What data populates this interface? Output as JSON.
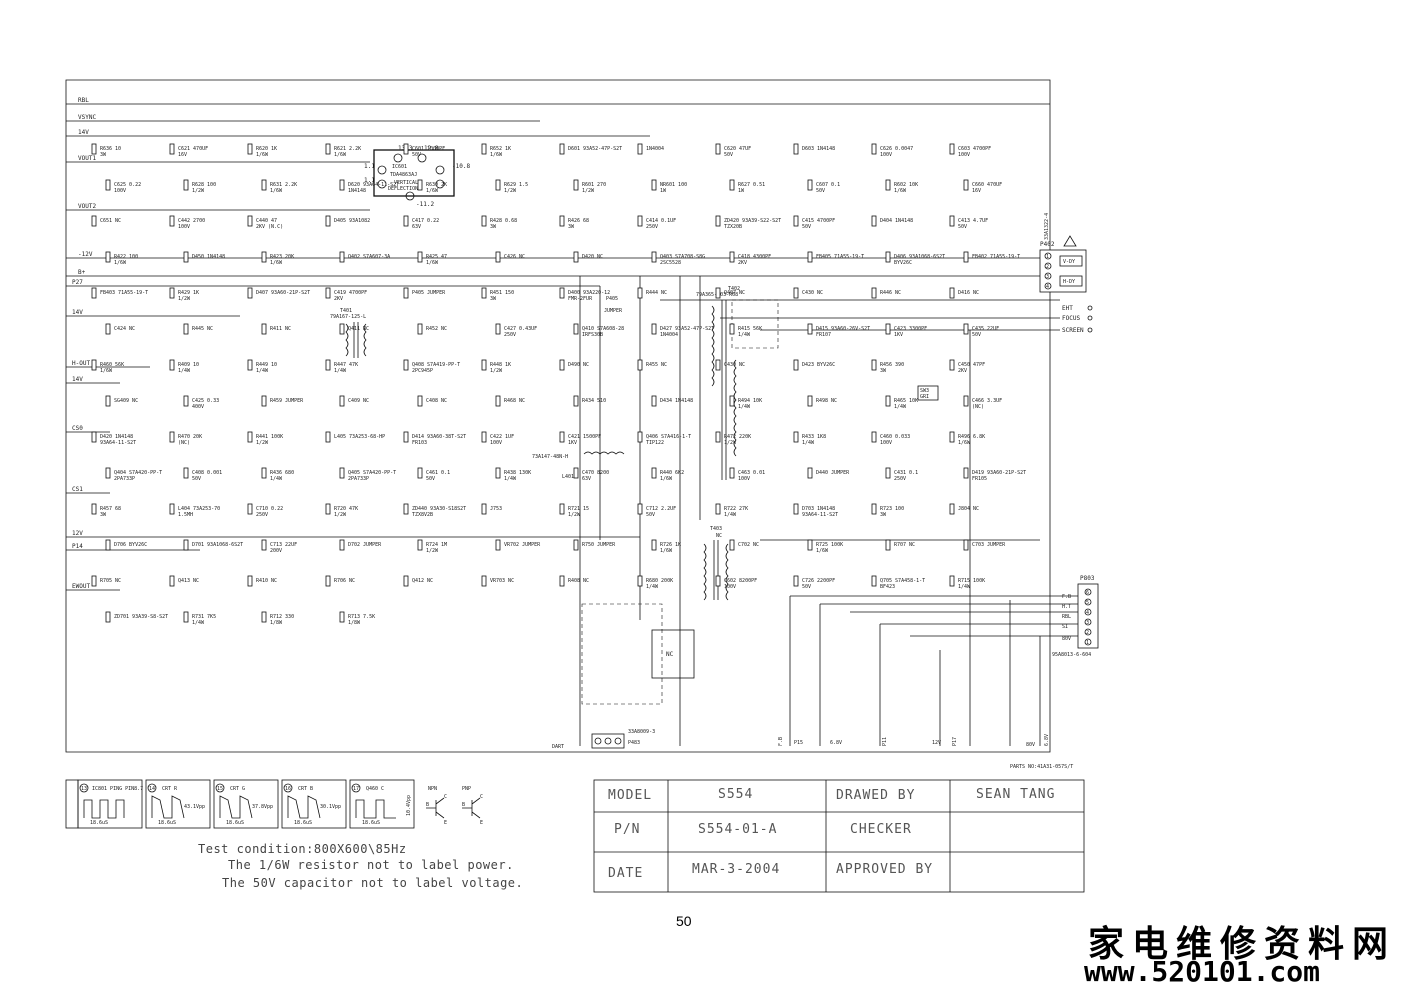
{
  "left_nets": [
    "RBL",
    "VSYNC",
    "14V",
    "VOUT1",
    "VOUT2",
    "-12V",
    "B+",
    "P27",
    "14V",
    "H-OUT",
    "14V",
    "CS0",
    "CS1",
    "12V",
    "P14",
    "EWOUT"
  ],
  "right_nets": [
    "EHT",
    "FOCUS",
    "SCREEN"
  ],
  "connector_p402": {
    "ref": "P402",
    "pins": [
      "1",
      "2",
      "3",
      "4"
    ],
    "labels": [
      "V-DY",
      "H-DY"
    ]
  },
  "connector_p803": {
    "ref": "P803",
    "pins": [
      "6",
      "5",
      "4",
      "3",
      "2",
      "1"
    ],
    "labels": [
      "F.B",
      "H.T",
      "RBL",
      "SI",
      "80V"
    ],
    "part": "95A8013-6-604"
  },
  "blocks": {
    "ic601": [
      "IC601",
      "TDA4863AJ",
      "VERTICAL",
      "DEFLECTION"
    ],
    "t401": [
      "T401",
      "79A167-125-L"
    ],
    "t402": [
      "T402",
      "79A365-503-R68"
    ],
    "t403": [
      "T403",
      "NC"
    ],
    "l401": [
      "L401",
      "73A147-48N-H"
    ],
    "p483": [
      "P483",
      "33A8009-3"
    ],
    "nc_box": "NC",
    "p405": [
      "P405",
      "JUMPER"
    ],
    "sw": [
      "SW3",
      "GRI"
    ]
  },
  "components": [
    "R636 10 3W",
    "C621 470UF 16V",
    "R620 1K 1/6W",
    "R621 2.2K 1/6W",
    "C601 1000PF 50V",
    "R652 1K 1/6W",
    "D601 93A52-47P-S2T",
    "1N4004",
    "C620 47UF 50V",
    "D603 1N4148",
    "C626 0.0047 100V",
    "C603 4700PF 100V",
    "C625 0.22 100V",
    "R628 100 1/2W",
    "R631 2.2K 1/6W",
    "D620 93A64-11-S2T 1N4148",
    "R630 2K 1/6W",
    "R629 1.5 1/2W",
    "R601 270 1/2W",
    "NR601 100 1W",
    "R627 0.51 1W",
    "C607 0.1 50V",
    "R602 10K 1/6W",
    "C660 470UF 16V",
    "C651 NC",
    "C442 2700 100V",
    "C440 47 2KV (N.C)",
    "D405 93A1082",
    "C417 0.22 63V",
    "R428 0.68 3W",
    "R426 68 3W",
    "C414 0.1UF 250V",
    "ZD420 93A39-S22-S2T TZX20B",
    "C415 4700PF 50V",
    "D404 1N4148",
    "C413 4.7UF 50V",
    "R422 100 1/6W",
    "D450 1N4148",
    "R423 20K 1/6W",
    "Q402 S7A607-3A",
    "R425 47 1/6W",
    "C426 NC",
    "D420 NC",
    "Q403 S7A708-S8G 2SC5528",
    "C418 4300PF 2KV",
    "FB405 71A55-19-T",
    "D406 93A1068-6S2T BYV26C",
    "FB402 71A55-19-T",
    "FB403 71A55-19-T",
    "R429 1K 1/2W",
    "D407 93A60-21P-S2T",
    "C419 4700PF 2KV",
    "P405 JUMPER",
    "R451 150 3W",
    "D400 93A220-12 FMR-2FUR",
    "R444 NC",
    "Q407 NC",
    "C430 NC",
    "R446 NC",
    "D416 NC",
    "C424 NC",
    "R445 NC",
    "R411 NC",
    "Q411 NC",
    "R452 NC",
    "C427 0.43UF 250V",
    "Q410 S7A608-28 IRFS30B",
    "D427 93A52-47P-S2T 1N4004",
    "R415 56K 1/4W",
    "D415 93A60-26V-S2T FR107",
    "C423 3300PF 1KV",
    "C435 22UF 50V",
    "R460 56K 1/6W",
    "R409 10 1/4W",
    "R449 10 1/4W",
    "R447 47K 1/4W",
    "Q408 S7A419-PP-T 2PC945P",
    "R448 1K 1/2W",
    "D490 NC",
    "R455 NC",
    "C430 NC",
    "D423 BYV26C",
    "R456 390 3W",
    "C450 47PF 2KV",
    "SG409 NC",
    "C425 0.33 400V",
    "R459 JUMPER",
    "C409 NC",
    "C408 NC",
    "R468 NC",
    "R434 510",
    "D434 1N4148",
    "R494 10K 1/4W",
    "R498 NC",
    "R465 10K 1/4W",
    "C466 3.3UF (NC)",
    "D420 1N4148 93A64-11-S2T",
    "R470 20K (NC)",
    "R441 100K 1/2W",
    "L405 73A253-68-HP",
    "D414 93A60-38T-S2T FR103",
    "C422 1UF 100V",
    "C421 1500PF 1KV",
    "Q406 S7A416-1-T TIP122",
    "R472 220K 1/2W",
    "R433 1K8 1/4W",
    "C460 0.033 100V",
    "R496 6.8K 1/6W",
    "Q404 S7A420-PP-T 2PA733P",
    "C408 0.001 50V",
    "R436 680 1/4W",
    "Q405 S7A420-PP-T 2PA733P",
    "C461 0.1 50V",
    "R438 130K 1/4W",
    "C470 8200 63V",
    "R440 6K2 1/6W",
    "C463 0.01 100V",
    "D440 JUMPER",
    "C431 0.1 250V",
    "D419 93A60-21P-S2T FR105",
    "R457 68 3W",
    "L404 73A253-70 1.5MH",
    "C710 0.22 250V",
    "R720 47K 1/2W",
    "ZD440 93A30-S18S2T TZX8V2B",
    "J753",
    "R721 15 1/2W",
    "C712 2.2UF 50V",
    "R722 27K 1/4W",
    "D703 1N4148 93A64-11-S2T",
    "R723 100 3W",
    "J804 NC",
    "D706 BYV26C",
    "D701 93A1068-6S2T",
    "C713 22UF 200V",
    "D702 JUMPER",
    "R724 1M 1/2W",
    "VR702 JUMPER",
    "R750 JUMPER",
    "R726 1K 1/6W",
    "C702 NC",
    "R725 100K 1/6W",
    "R707 NC",
    "C703 JUMPER",
    "R705 NC",
    "Q413 NC",
    "R410 NC",
    "R706 NC",
    "Q412 NC",
    "VR703 NC",
    "R408 NC",
    "R680 200K 1/4W",
    "C602 8200PF 100V",
    "C726 2200PF 50V",
    "Q705 S7A458-1-T BF423",
    "R715 100K 1/4W",
    "ZD701 93A39-S8-S2T",
    "R731 7K5 1/4W",
    "R712 330 1/8W",
    "R713 7.5K 1/8W"
  ],
  "annotations": [
    "13.3",
    "12.8",
    "-10.8",
    "-11.2",
    "1.1",
    "1.1"
  ],
  "bottom_nets": [
    "F.B",
    "P15",
    "6.8V",
    "P11",
    "12V",
    "P17",
    "80V",
    "6.8V",
    "DART"
  ],
  "parts_no": "PARTS NO:41A31-057S/T",
  "side_code": "33A1322-4",
  "waveforms": [
    {
      "num": "13",
      "title": "IC801 PING PIN8.7",
      "time": "18.6uS",
      "amp": ""
    },
    {
      "num": "14",
      "title": "CRT R",
      "time": "18.6uS",
      "amp": "43.1Vpp"
    },
    {
      "num": "15",
      "title": "CRT G",
      "time": "18.6uS",
      "amp": "37.8Vpp"
    },
    {
      "num": "16",
      "title": "CRT B",
      "time": "18.6uS",
      "amp": "30.1Vpp"
    },
    {
      "num": "17",
      "title": "Q460 C",
      "time": "18.6uS",
      "amp": "10.4Vpp"
    }
  ],
  "transistor_legend": [
    "NPN",
    "PNP",
    "B",
    "C",
    "E",
    "B",
    "C",
    "E"
  ],
  "notes": [
    "Test condition:800X600\\85Hz",
    "The 1/6W resistor not to label power.",
    "The 50V capacitor not to label voltage."
  ],
  "title_block": {
    "model_label": "MODEL",
    "model_value": "S554",
    "drawn_label": "DRAWED BY",
    "drawn_value": "SEAN TANG",
    "pn_label": "P/N",
    "pn_value": "S554-01-A",
    "checker_label": "CHECKER",
    "checker_value": "",
    "date_label": "DATE",
    "date_value": "MAR-3-2004",
    "approved_label": "APPROVED BY",
    "approved_value": ""
  },
  "page_number": "50",
  "watermark": {
    "cn": "家电维修资料网",
    "url": "www.520101.com"
  }
}
